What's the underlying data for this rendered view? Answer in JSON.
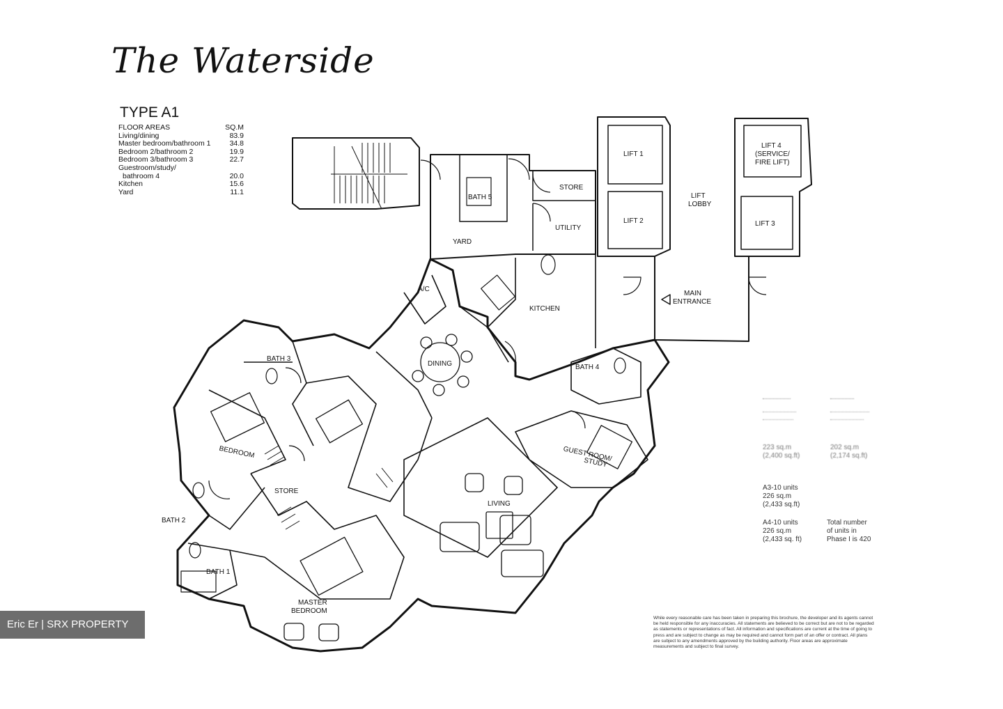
{
  "brand": {
    "title": "The Waterside"
  },
  "schedule": {
    "type": "TYPE A1",
    "header": {
      "label": "FLOOR AREAS",
      "unit": "SQ.M"
    },
    "rows": [
      {
        "label": "Living/dining",
        "value": "83.9"
      },
      {
        "label": "Master bedroom/bathroom 1",
        "value": "34.8"
      },
      {
        "label": "Bedroom 2/bathroom 2",
        "value": "19.9"
      },
      {
        "label": "Bedroom 3/bathroom 3",
        "value": "22.7"
      },
      {
        "label": "Guestroom/study/",
        "value": ""
      },
      {
        "label": " bathroom 4",
        "value": "20.0"
      },
      {
        "label": "Kitchen",
        "value": "15.6"
      },
      {
        "label": "Yard",
        "value": "11.1"
      }
    ]
  },
  "rooms": {
    "lift1": "LIFT 1",
    "lift2": "LIFT 2",
    "lift3": "LIFT 3",
    "lift4a": "LIFT 4",
    "lift4b": "(SERVICE/",
    "lift4c": "FIRE LIFT)",
    "lobby_a": "LIFT",
    "lobby_b": "LOBBY",
    "entrance_a": "MAIN",
    "entrance_b": "ENTRANCE",
    "store": "STORE",
    "utility": "UTILITY",
    "bath5": "BATH 5",
    "yard": "YARD",
    "ac": "A/C",
    "kitchen": "KITCHEN",
    "dining": "DINING",
    "bath3": "BATH 3",
    "bath4": "BATH 4",
    "bedroom": "BEDROOM",
    "guest_a": "GUEST ROOM/",
    "guest_b": "STUDY",
    "store2": "STORE",
    "living": "LIVING",
    "bath2": "BATH 2",
    "bath1": "BATH 1",
    "master_a": "MASTER",
    "master_b": "BEDROOM"
  },
  "units": {
    "a3_title": "A3-10 units",
    "a3_sqm": "226 sq.m",
    "a3_sqft": "(2,433 sq.ft)",
    "a4_title": "A4-10 units",
    "a4_sqm": "226 sq.m",
    "a4_sqft": "(2,433 sq. ft)",
    "a1_sqm": "223 sq.m",
    "a1_sqft": "(2,400 sq.ft)",
    "b_sqm": "202 sq.m",
    "b_sqft": "(2,174 sq.ft)",
    "total_a": "Total number",
    "total_b": "of units in",
    "total_c": "Phase I is 420"
  },
  "disclaimer": "While every reasonable care has been taken in preparing this brochure, the developer and its agents cannot be held responsible for any inaccuracies. All statements are believed to be correct but are not to be regarded as statements or representations of fact. All information and specifications are current at the time of going to press and are subject to change as may be required and cannot form part of an offer or contract. All plans are subject to any amendments approved by the building authority. Floor areas are approximate measurements and subject to final survey.",
  "watermark": "Eric Er | SRX PROPERTY"
}
